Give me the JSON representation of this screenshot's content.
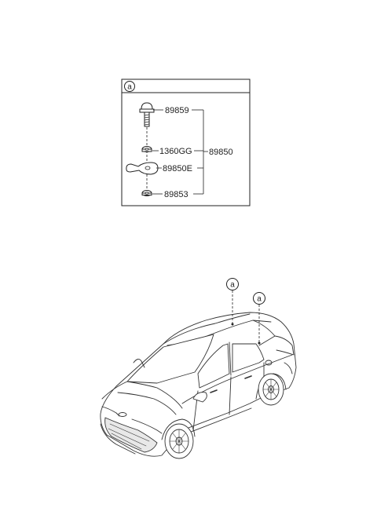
{
  "detail_box": {
    "callout": "a",
    "parts": {
      "bolt": "89859",
      "nut": "1360GG",
      "bracket": "89850E",
      "washer": "89853"
    },
    "assembly": "89850"
  },
  "vehicle": {
    "callout_rear": "a",
    "callout_front": "a"
  }
}
